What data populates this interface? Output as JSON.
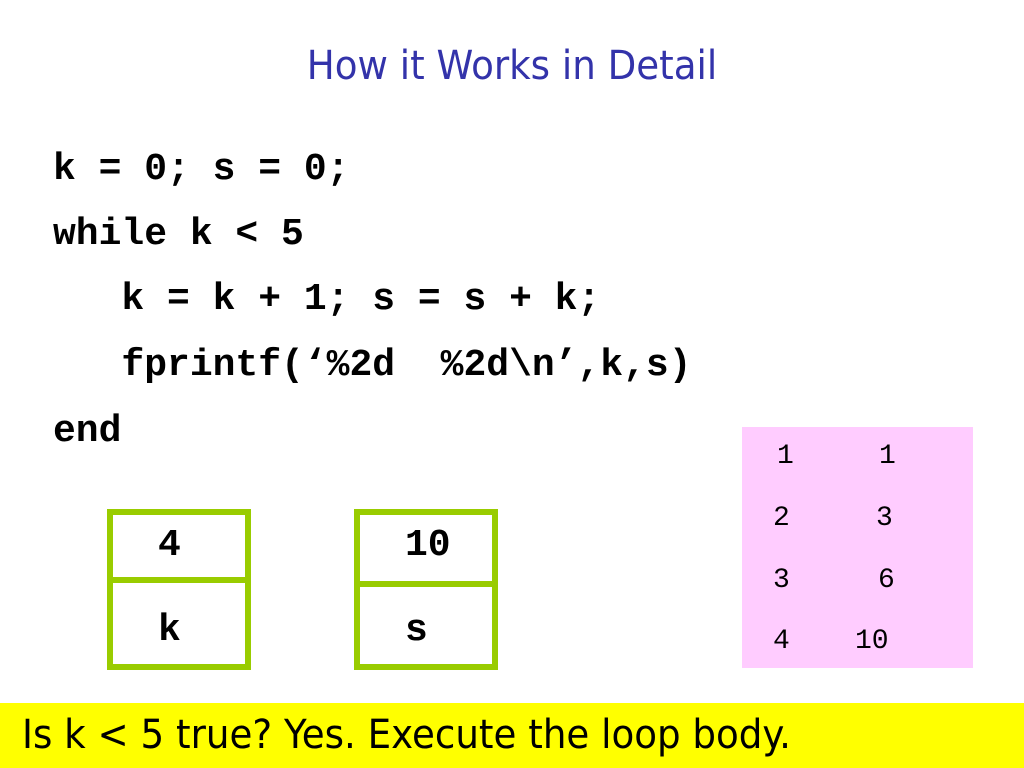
{
  "title": "How it Works in Detail",
  "code_lines": [
    "k = 0; s = 0;",
    "while k < 5",
    "   k = k + 1; s = s + k;",
    "   fprintf(‘%2d  %2d\\n’,k,s)",
    "end"
  ],
  "variables": {
    "k": {
      "value": "4",
      "name": "k"
    },
    "s": {
      "value": "10",
      "name": "s"
    }
  },
  "output": {
    "rows": [
      [
        "1",
        "1"
      ],
      [
        "2",
        "3"
      ],
      [
        "3",
        "6"
      ],
      [
        "4",
        "10"
      ]
    ],
    "background": "#ffccff"
  },
  "status": {
    "text": "Is k < 5 true? Yes. Execute the loop body.",
    "background": "#ffff00"
  },
  "colors": {
    "title": "#3333aa",
    "box_border": "#99cc00"
  }
}
